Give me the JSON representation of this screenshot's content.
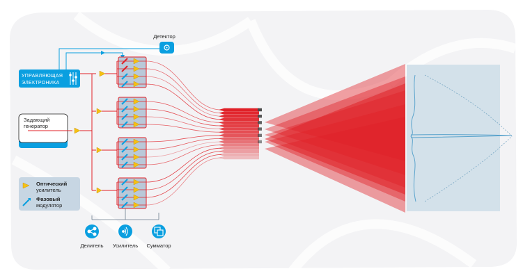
{
  "detector": {
    "label": "Детектор"
  },
  "control": {
    "line1": "УПРАВЛЯЮЩАЯ",
    "line2": "ЭЛЕКТРОНИКА"
  },
  "generator": {
    "line1": "Задающий",
    "line2": "генератор"
  },
  "legend": {
    "amp_line1": "Оптический",
    "amp_line2": "усилитель",
    "mod_line1": "Фазовый",
    "mod_line2": "модулятор"
  },
  "bottom_icons": [
    {
      "label": "Делитель",
      "icon": "share-icon"
    },
    {
      "label": "Усилитель",
      "icon": "signal-icon"
    },
    {
      "label": "Сумматор",
      "icon": "combiner-icon"
    }
  ],
  "colors": {
    "red": "#e02027",
    "blue": "#0a9fe0",
    "yellow": "#f6c112",
    "panel_bg": "#f3f3f5",
    "legend_bg": "#c7d6e3",
    "module_fill": "#b9c9d9"
  }
}
